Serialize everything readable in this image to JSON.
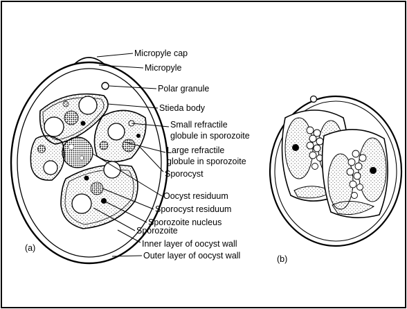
{
  "panel_a": {
    "tag": "(a)",
    "labels": {
      "micropyle_cap": "Micropyle cap",
      "micropyle": "Micropyle",
      "polar_granule": "Polar granule",
      "stieda_body": "Stieda body",
      "small_refractile_1": "Small refractile",
      "small_refractile_2": "globule in sporozoite",
      "large_refractile_1": "Large refractile",
      "large_refractile_2": "globule in sporozoite",
      "sporocyst": "Sporocyst",
      "oocyst_residuum": "Oocyst residuum",
      "sporocyst_residuum": "Sporocyst residuum",
      "sporozoite_nucleus": "Sporozoite nucleus",
      "sporozoite": "Sporozoite",
      "inner_wall": "Inner layer of oocyst wall",
      "outer_wall": "Outer layer of oocyst wall"
    }
  },
  "panel_b": {
    "tag": "(b)"
  }
}
